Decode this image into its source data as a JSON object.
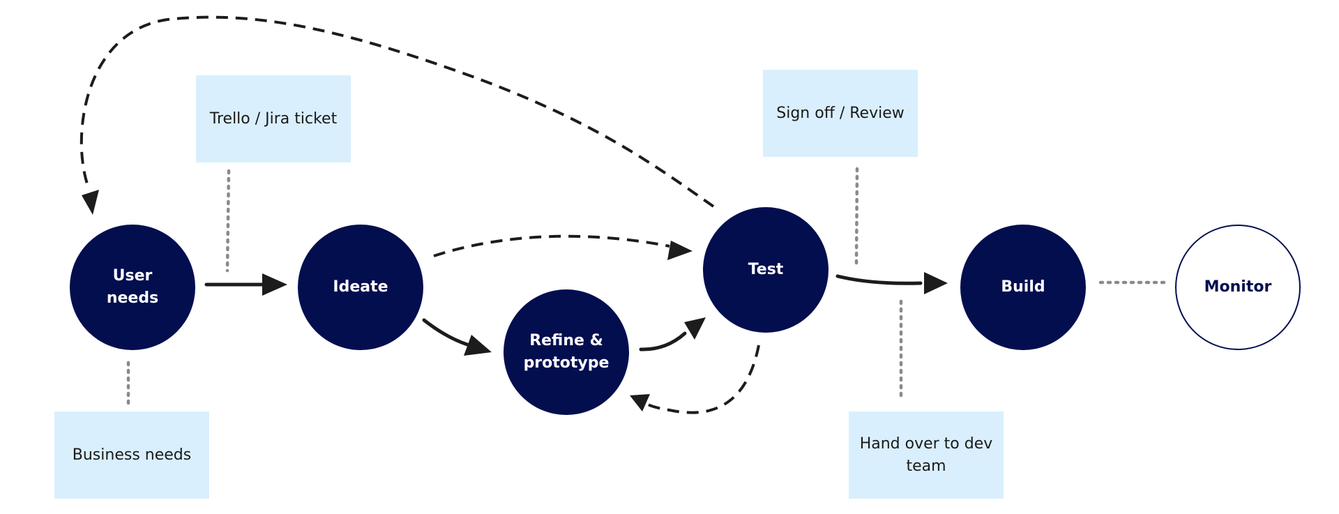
{
  "colors": {
    "node_fill": "#030e4f",
    "node_text": "#ffffff",
    "note_fill": "#d9effd",
    "arrow": "#1c1c1c",
    "dotted": "#8a8a8a"
  },
  "nodes": {
    "user_needs": "User\nneeds",
    "ideate": "Ideate",
    "refine": "Refine &\nprototype",
    "test": "Test",
    "build": "Build",
    "monitor": "Monitor"
  },
  "notes": {
    "trello": "Trello / Jira ticket",
    "business": "Business needs",
    "signoff": "Sign off / Review",
    "handover": "Hand over to dev team"
  }
}
